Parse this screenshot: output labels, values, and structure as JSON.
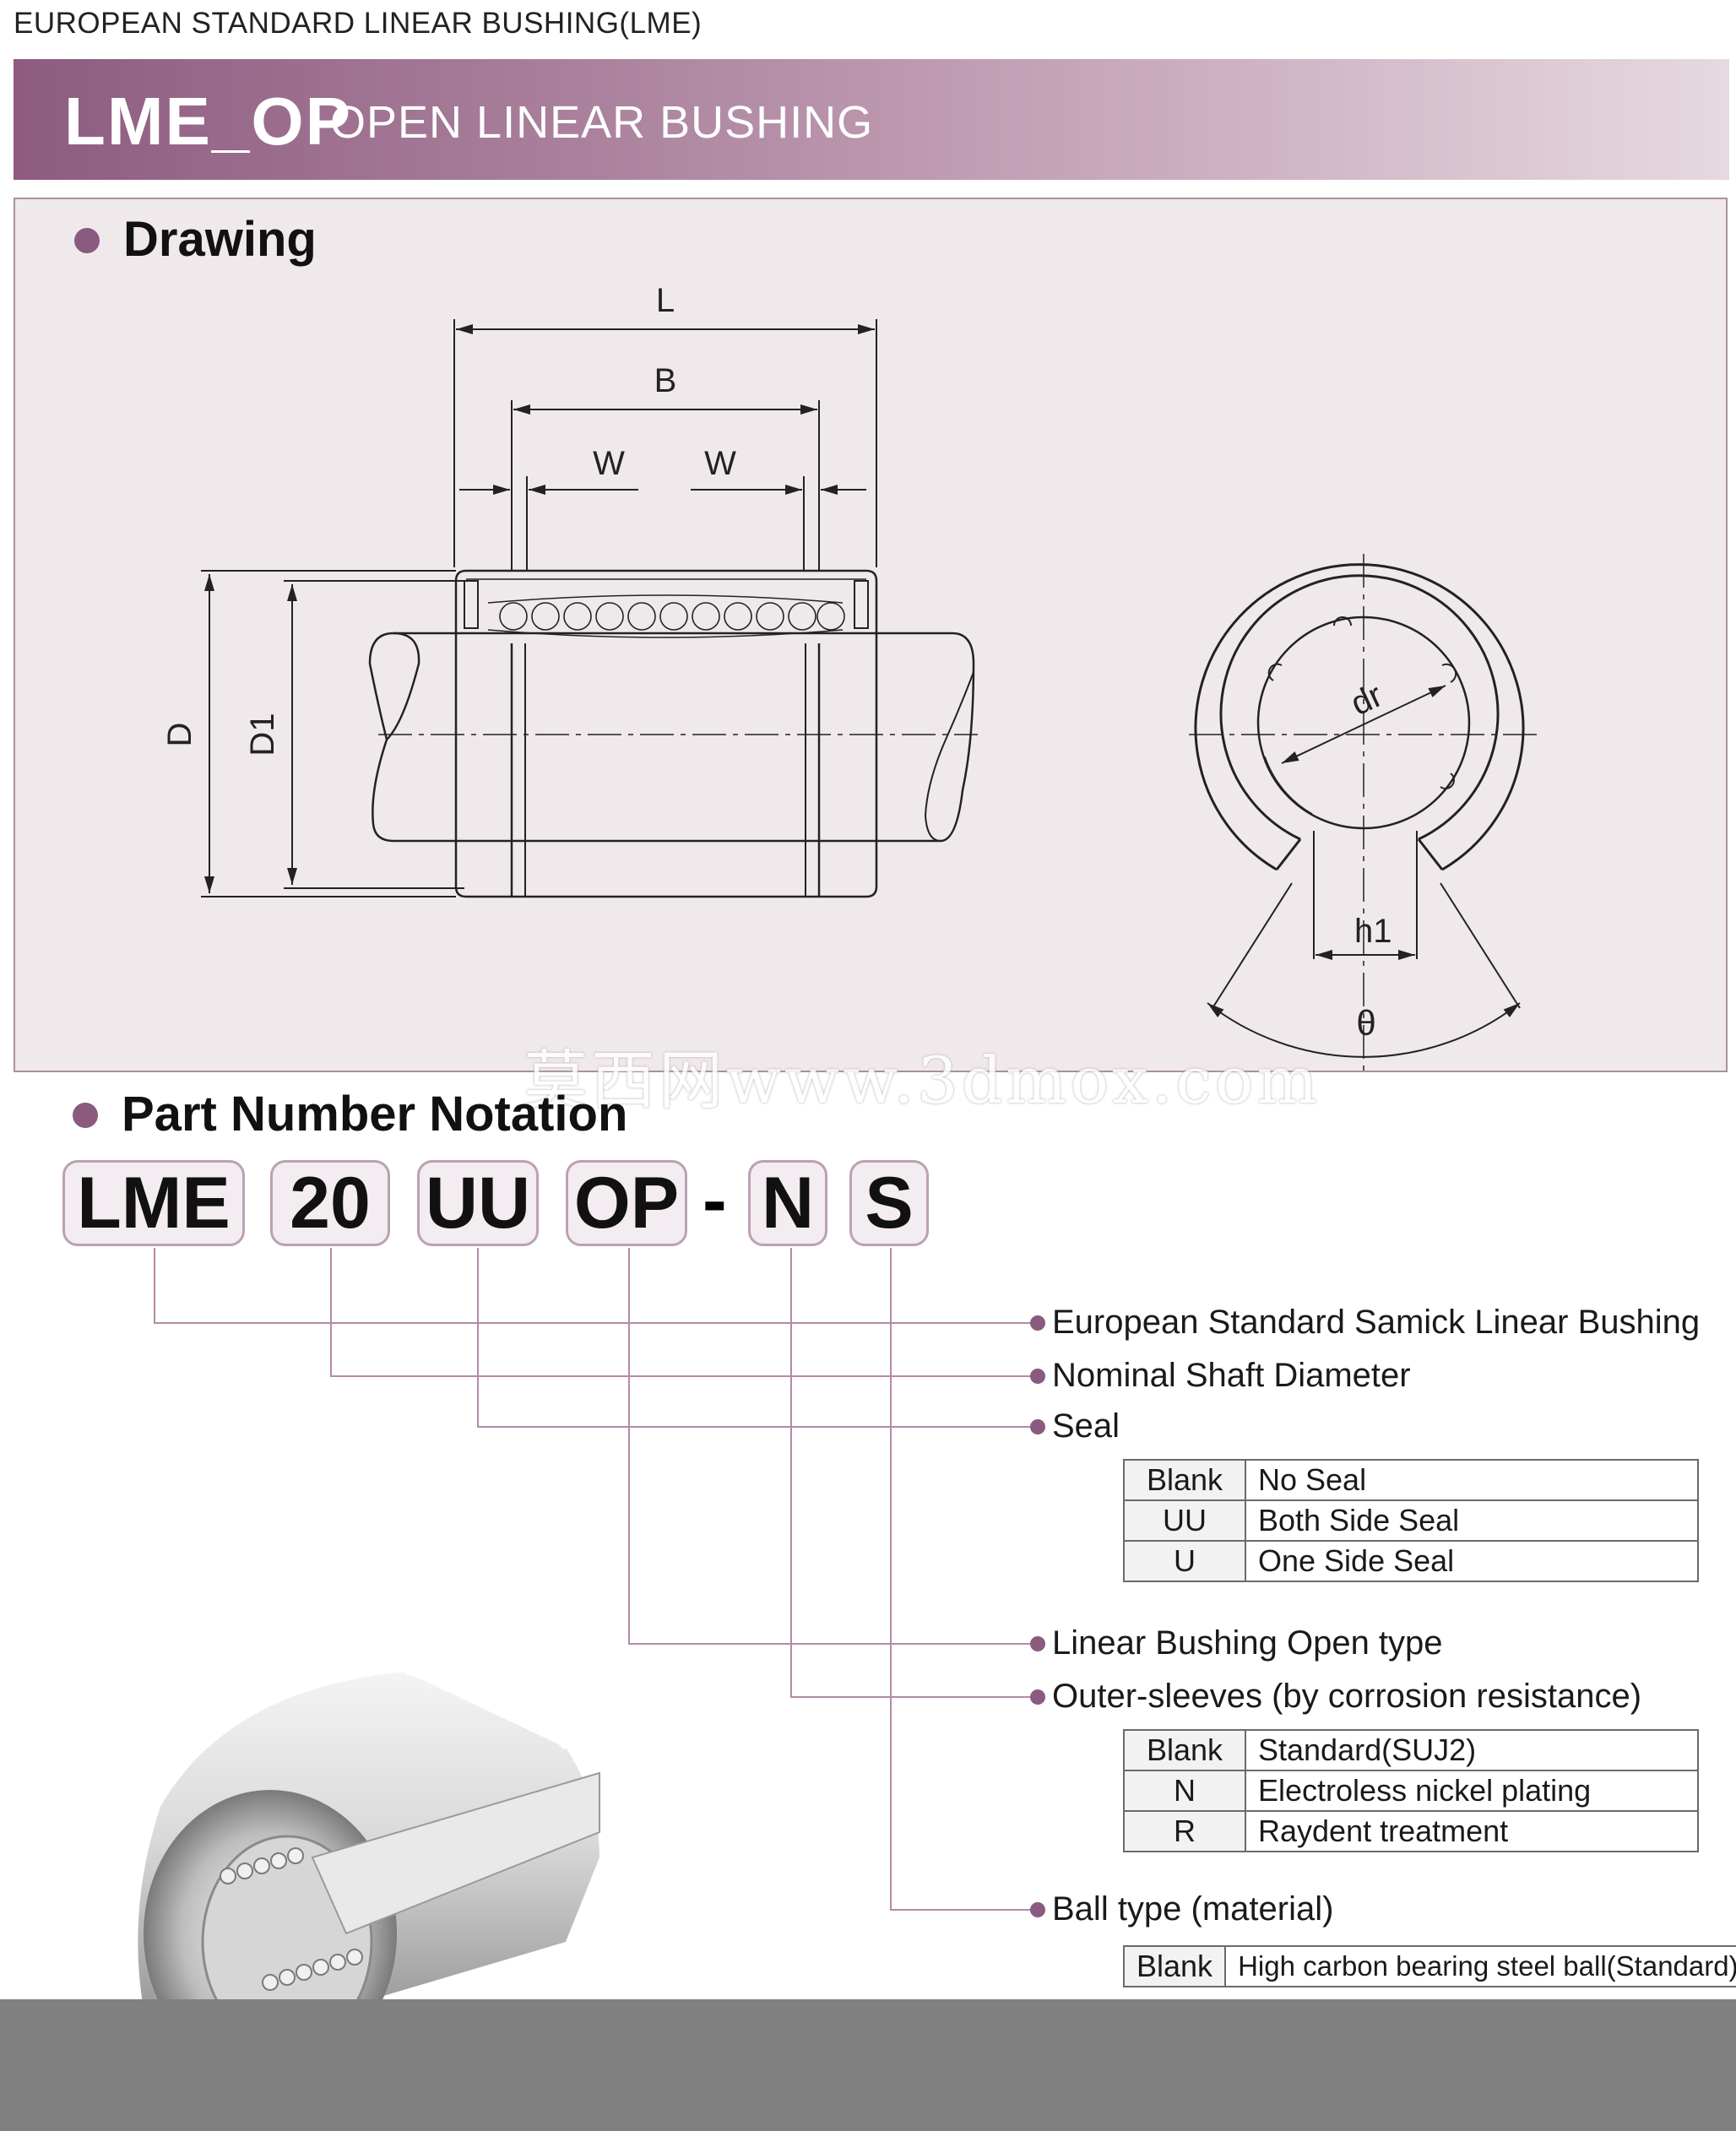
{
  "header": {
    "caption": "EUROPEAN STANDARD LINEAR BUSHING(LME)",
    "code": "LME_OP",
    "name": "OPEN LINEAR BUSHING"
  },
  "drawing": {
    "section_title": "Drawing",
    "labels": {
      "L": "L",
      "B": "B",
      "W": "W",
      "D": "D",
      "D1": "D1",
      "dr": "dr",
      "h1": "h1",
      "theta": "θ"
    }
  },
  "watermark": "莫西网www.3dmox.com",
  "notation": {
    "section_title": "Part Number Notation",
    "codes": [
      "LME",
      "20",
      "UU",
      "OP",
      "N",
      "S"
    ],
    "dash": "-",
    "descriptions": [
      "European Standard Samick Linear Bushing",
      "Nominal Shaft Diameter",
      "Seal",
      "Linear Bushing Open type",
      "Outer-sleeves (by corrosion resistance)",
      "Ball type (material)"
    ],
    "seal_table": [
      {
        "key": "Blank",
        "value": "No Seal"
      },
      {
        "key": "UU",
        "value": "Both Side Seal"
      },
      {
        "key": "U",
        "value": "One Side Seal"
      }
    ],
    "sleeve_table": [
      {
        "key": "Blank",
        "value": "Standard(SUJ2)"
      },
      {
        "key": "N",
        "value": "Electroless nickel plating"
      },
      {
        "key": "R",
        "value": "Raydent treatment"
      }
    ],
    "ball_table": [
      {
        "key": "Blank",
        "value": "High carbon bearing steel ball(Standard)"
      }
    ]
  },
  "colors": {
    "accent": "#8a5a7f",
    "banner_start": "#8d5c80",
    "panel_bg": "#efe9ec",
    "connector": "#b48aa8"
  }
}
